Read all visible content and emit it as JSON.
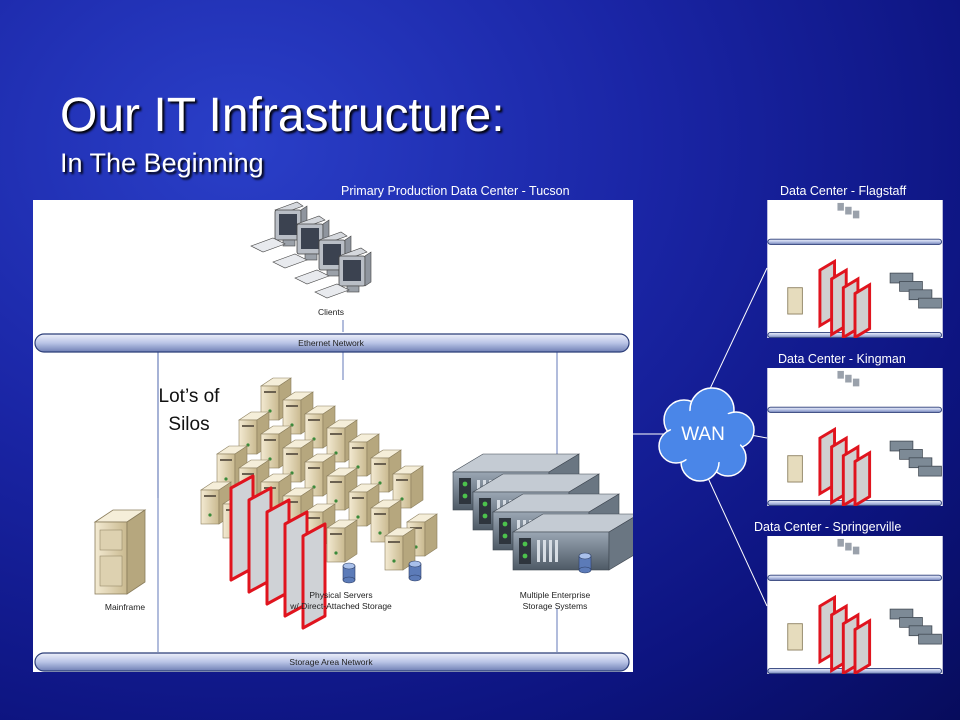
{
  "slide": {
    "title": "Our IT Infrastructure:",
    "subtitle": "In The Beginning"
  },
  "labels": {
    "primary_dc": "Primary Production Data Center - Tucson",
    "dc_flagstaff": "Data Center - Flagstaff",
    "dc_kingman": "Data Center - Kingman",
    "dc_springerville": "Data Center - Springerville",
    "wan": "WAN"
  },
  "diagram": {
    "clients": "Clients",
    "ethernet": "Ethernet Network",
    "san": "Storage Area Network",
    "mainframe": "Mainframe",
    "servers_line1": "Physical Servers",
    "servers_line2": "w/ Direct-Attached Storage",
    "storage_line1": "Multiple Enterprise",
    "storage_line2": "Storage Systems",
    "silos_line1": "Lot’s of",
    "silos_line2": "Silos"
  },
  "colors": {
    "background": "#1a25a5",
    "silo_red": "#e0141e",
    "network_bar": "#b9c4e6"
  }
}
